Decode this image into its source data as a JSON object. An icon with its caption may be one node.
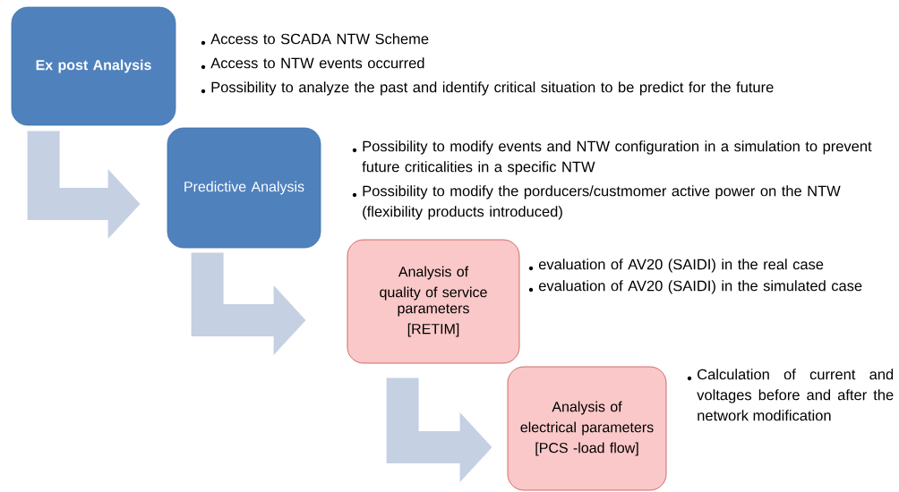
{
  "diagram": {
    "nodes": [
      {
        "text": [
          "Ex post Analysis"
        ],
        "beside": [
          "Access to SCADA NTW Scheme",
          "Access to NTW events occurred",
          "Possibility to analyze the past and identify critical situation to be predict for the future"
        ]
      },
      {
        "text": [
          "Predictive Analysis"
        ],
        "beside": [
          "Possibility to modify events and NTW configuration in a simulation to prevent future criticalities in a specific NTW",
          "Possibility to modify the porducers/custmomer active power on the NTW (flexibility products introduced)"
        ]
      },
      {
        "text": [
          "Analysis of",
          "quality of service parameters",
          "[RETIM]"
        ],
        "beside": [
          "evaluation of AV20 (SAIDI) in the real case",
          "evaluation of AV20 (SAIDI) in the simulated case"
        ]
      },
      {
        "text": [
          "Analysis of",
          "electrical parameters",
          "[PCS -load flow]"
        ],
        "beside": [
          "Calculation of current and voltages before and after the network modification"
        ]
      }
    ],
    "edges": [
      {
        "from": 0,
        "to": 1,
        "arrow": "to"
      },
      {
        "from": 1,
        "to": 2,
        "arrow": "to"
      },
      {
        "from": 2,
        "to": 3,
        "arrow": "to"
      }
    ]
  }
}
